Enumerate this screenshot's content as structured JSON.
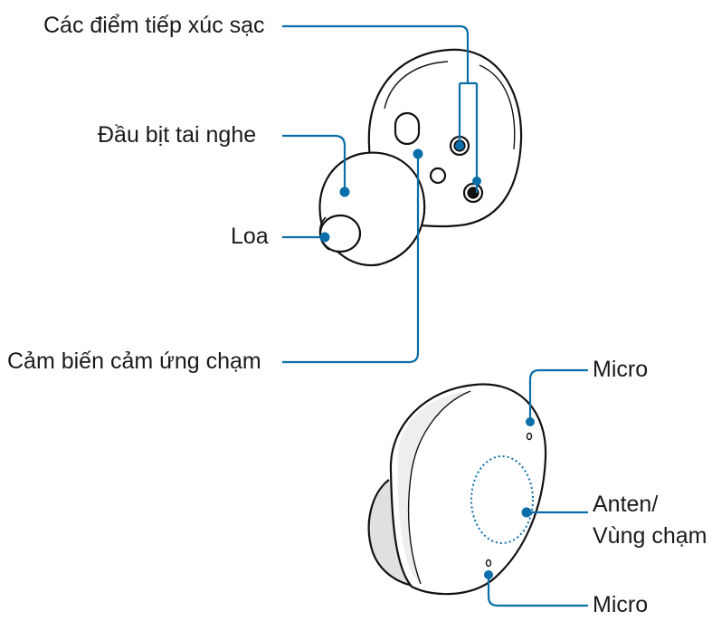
{
  "labels": {
    "charging_contacts": "Các điểm tiếp xúc sạc",
    "ear_tip": "Đầu bịt tai nghe",
    "speaker": "Loa",
    "touch_sensor": "Cảm biến cảm ứng chạm",
    "mic_top": "Micro",
    "antenna_line1": "Anten/",
    "antenna_line2": "Vùng chạm",
    "mic_bottom": "Micro"
  },
  "colors": {
    "callout": "#0a6ea8",
    "outline": "#111111",
    "shade": "#d9d9d9"
  }
}
